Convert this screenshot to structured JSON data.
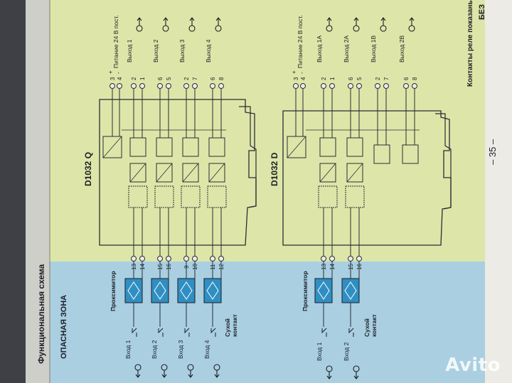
{
  "header": {
    "section_title": "Функциональная схема",
    "hazard_zone": "ОПАСНАЯ ЗОНА",
    "safe_zone_partial": "БЕЗ"
  },
  "diagram_q": {
    "model": "D1032 Q",
    "power_label": "Питание 24 В пост.",
    "power_terminals": [
      "3",
      "4"
    ],
    "power_signs": [
      "+",
      "-"
    ],
    "outputs": [
      {
        "label": "Выход 1",
        "terminals": [
          "2",
          "1"
        ]
      },
      {
        "label": "Выход 2",
        "terminals": [
          "6",
          "5"
        ]
      },
      {
        "label": "Выход 3",
        "terminals": [
          "2",
          "7"
        ]
      },
      {
        "label": "Выход 4",
        "terminals": [
          "6",
          "8"
        ]
      }
    ],
    "input_terminals": [
      [
        "13",
        "14"
      ],
      [
        "15",
        "16"
      ],
      [
        "9",
        "10"
      ],
      [
        "11",
        "12"
      ]
    ],
    "inputs": [
      "Вход 1",
      "Вход 2",
      "Вход 3",
      "Вход 4"
    ],
    "proximitor": "Проксимитор",
    "dry_contact": [
      "Сухой",
      "контакт"
    ]
  },
  "diagram_d": {
    "model": "D1032 D",
    "power_label": "Питание 24 В пост.",
    "power_terminals": [
      "3",
      "4"
    ],
    "power_signs": [
      "+",
      "-"
    ],
    "outputs": [
      {
        "label": "Выход 1А",
        "terminals": [
          "2",
          "1"
        ]
      },
      {
        "label": "Выход 2А",
        "terminals": [
          "6",
          "5"
        ]
      },
      {
        "label": "Выход 1В",
        "terminals": [
          "2",
          "7"
        ]
      },
      {
        "label": "Выход 2В",
        "terminals": [
          "6",
          "8"
        ]
      }
    ],
    "input_terminals": [
      [
        "13",
        "14"
      ],
      [
        "15",
        "16"
      ]
    ],
    "inputs": [
      "Вход 1",
      "Вход 2"
    ],
    "proximitor": "Проксимитор",
    "dry_contact": [
      "Сухой",
      "контакт"
    ]
  },
  "footer": {
    "note_partial": "Контакты реле показаны в",
    "page_number": "– 35 –"
  },
  "watermark": {
    "text": "Avito"
  },
  "colors": {
    "hazard_band": "#a9cfe1",
    "safe_band": "#dde6a8",
    "paper": "#ecebe5",
    "ink": "#1b1d26",
    "sensor_fill": "#2f8fc2"
  }
}
